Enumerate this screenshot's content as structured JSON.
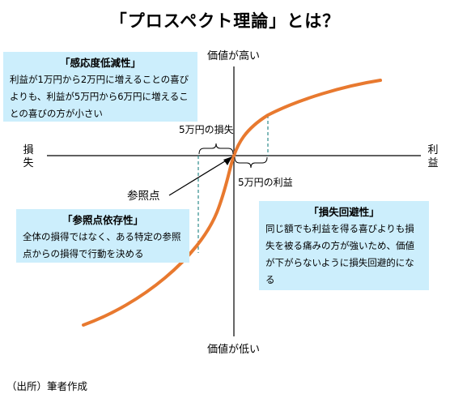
{
  "title": "「プロスペクト理論」とは？",
  "axes": {
    "top": "価値が高い",
    "bottom": "価値が低い",
    "left": "損失",
    "right": "利益"
  },
  "annotations": {
    "loss_5man": "5万円の損失",
    "gain_5man": "5万円の利益",
    "reference_point": "参照点"
  },
  "boxes": {
    "sensitivity": {
      "title": "「感応度低減性」",
      "body": "利益が1万円から2万円に増えることの喜びよりも、利益が5万円から6万円に増えることの喜びの方が小さい"
    },
    "reference": {
      "title": "「参照点依存性」",
      "body": "全体の損得ではなく、ある特定の参照点からの損得で行動を決める"
    },
    "loss_aversion": {
      "title": "「損失回避性」",
      "body": "同じ額でも利益を得る喜びよりも損失を被る痛みの方が強いため、価値が下がらないように損失回避的になる"
    }
  },
  "source": "（出所）筆者作成",
  "colors": {
    "curve": "#e8792f",
    "box_bg": "#cceefc",
    "dashed": "#2e8b8b",
    "axis": "#000000"
  }
}
